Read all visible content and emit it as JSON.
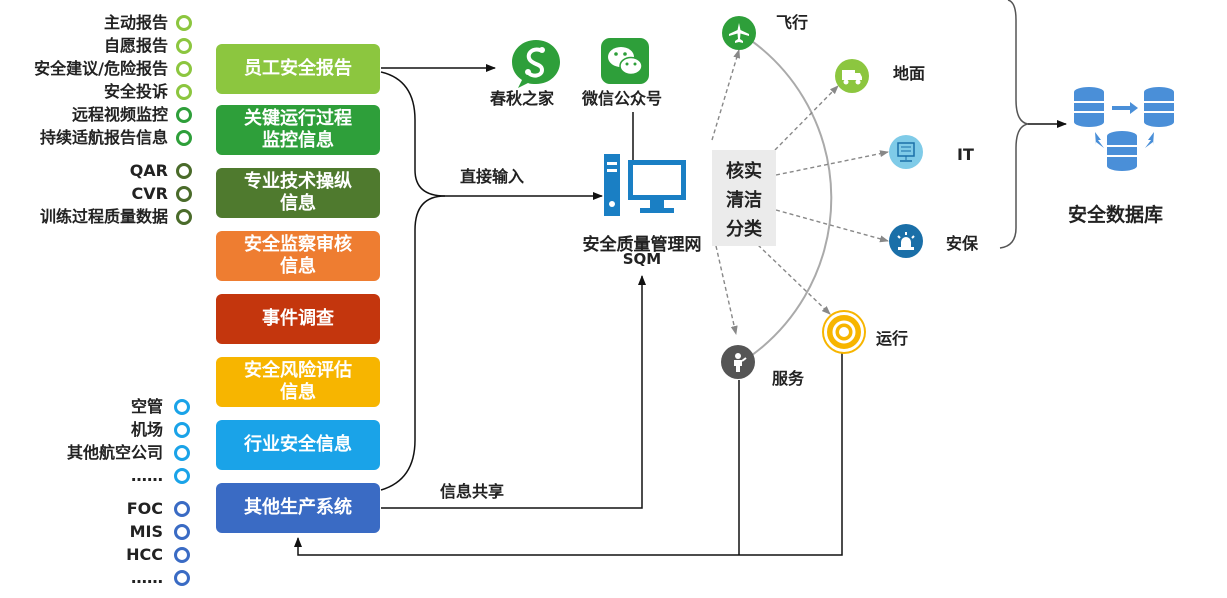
{
  "sources_green": [
    {
      "label": "主动报告",
      "color": "#8cc63f"
    },
    {
      "label": "自愿报告",
      "color": "#8cc63f"
    },
    {
      "label": "安全建议/危险报告",
      "color": "#8cc63f"
    },
    {
      "label": "安全投诉",
      "color": "#8cc63f"
    },
    {
      "label": "远程视频监控",
      "color": "#2e9f3a"
    },
    {
      "label": "持续适航报告信息",
      "color": "#2e9f3a"
    },
    {
      "label": "QAR",
      "color": "#4a6b2a"
    },
    {
      "label": "CVR",
      "color": "#4a6b2a"
    },
    {
      "label": "训练过程质量数据",
      "color": "#4a6b2a"
    }
  ],
  "sources_blue": [
    {
      "label": "空管",
      "color": "#1aa3e8"
    },
    {
      "label": "机场",
      "color": "#1aa3e8"
    },
    {
      "label": "其他航空公司",
      "color": "#1aa3e8"
    },
    {
      "label": "……",
      "color": "#1aa3e8"
    },
    {
      "label": "FOC",
      "color": "#3a6bc4"
    },
    {
      "label": "MIS",
      "color": "#3a6bc4"
    },
    {
      "label": "HCC",
      "color": "#3a6bc4"
    },
    {
      "label": "……",
      "color": "#3a6bc4"
    }
  ],
  "boxes": [
    {
      "label": "员工安全报告",
      "color": "#8cc63f"
    },
    {
      "label": "关键运行过程\n监控信息",
      "color": "#2e9f3a"
    },
    {
      "label": "专业技术操纵\n信息",
      "color": "#4f7a2e"
    },
    {
      "label": "安全监察审核\n信息",
      "color": "#ee7d31"
    },
    {
      "label": "事件调查",
      "color": "#c4360d"
    },
    {
      "label": "安全风险评估\n信息",
      "color": "#f7b500"
    },
    {
      "label": "行业安全信息",
      "color": "#1aa3e8"
    },
    {
      "label": "其他生产系统",
      "color": "#3a6bc4"
    }
  ],
  "apps": {
    "chunqiu_label": "春秋之家",
    "wechat_label": "微信公众号",
    "chunqiu_color": "#2e9f3a",
    "wechat_color": "#2e9f3a"
  },
  "edges": {
    "direct_input": "直接输入",
    "info_share": "信息共享"
  },
  "sqm": {
    "label_line1": "安全质量管理网",
    "label_line2": "SQM",
    "color": "#1a7fc4"
  },
  "process": [
    "核实",
    "清洁",
    "分类"
  ],
  "categories": [
    {
      "label": "飞行",
      "icon": "airplane-icon",
      "color": "#2e9f3a"
    },
    {
      "label": "地面",
      "icon": "truck-icon",
      "color": "#8cc63f"
    },
    {
      "label": "IT",
      "icon": "server-icon",
      "color": "#7fcbe8"
    },
    {
      "label": "安保",
      "icon": "alarm-icon",
      "color": "#1a6fa8"
    },
    {
      "label": "运行",
      "icon": "target-icon",
      "color": "#f7b500"
    },
    {
      "label": "服务",
      "icon": "person-icon",
      "color": "#555555"
    }
  ],
  "database": {
    "label": "安全数据库",
    "color": "#4a8fd8"
  }
}
